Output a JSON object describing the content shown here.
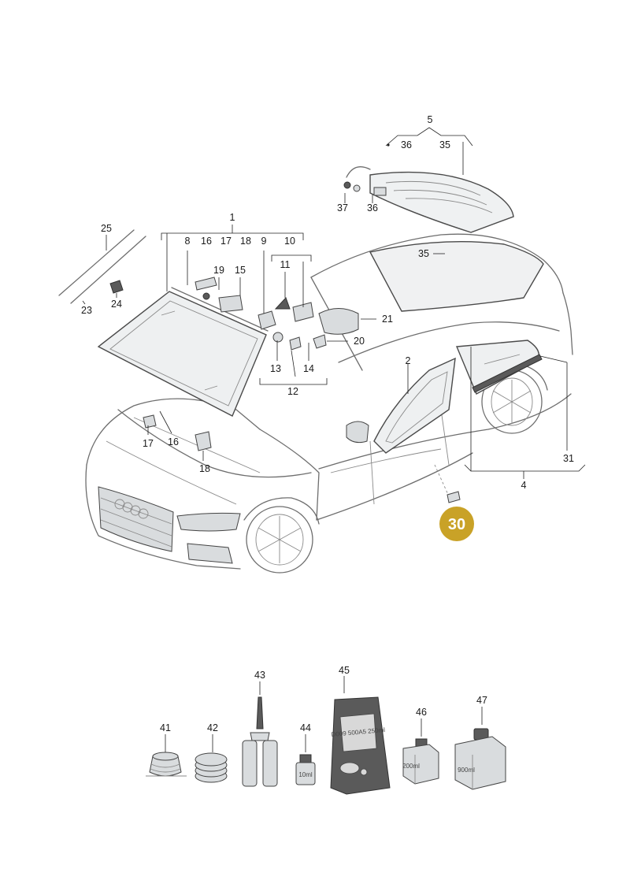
{
  "labels": {
    "l1": "1",
    "l2": "2",
    "l4": "4",
    "l5": "5",
    "l8": "8",
    "l9": "9",
    "l10": "10",
    "l11": "11",
    "l12": "12",
    "l13": "13",
    "l14": "14",
    "l15": "15",
    "l16a": "16",
    "l16b": "16",
    "l17a": "17",
    "l17b": "17",
    "l18a": "18",
    "l18b": "18",
    "l19": "19",
    "l20": "20",
    "l21": "21",
    "l23": "23",
    "l24": "24",
    "l25": "25",
    "l30": "30",
    "l31": "31",
    "l35a": "35",
    "l35b": "35",
    "l36a": "36",
    "l36b": "36",
    "l37": "37",
    "l41": "41",
    "l42": "42",
    "l43": "43",
    "l44": "44",
    "l45": "45",
    "l46": "46",
    "l47": "47"
  },
  "package_text": {
    "bottle_44": "10ml",
    "bag_45": "D009 500A5 250ml",
    "can_46": "200ml",
    "can_47": "900ml"
  },
  "colors": {
    "highlight_badge": "#c9a227",
    "line_art": "#6e6e6e"
  }
}
